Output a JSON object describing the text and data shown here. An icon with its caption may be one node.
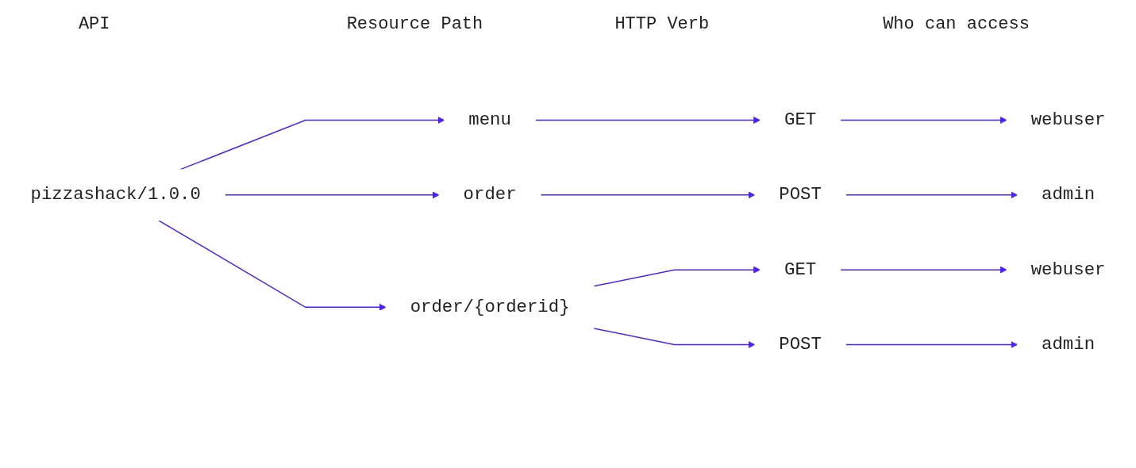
{
  "diagram": {
    "nodes": [
      {
        "text": [
          "pizzashack/1.0.0"
        ]
      },
      {
        "text": [
          "menu"
        ]
      },
      {
        "text": [
          "order"
        ]
      },
      {
        "text": [
          "order/{orderid}"
        ]
      },
      {
        "text": [
          "GET"
        ]
      },
      {
        "text": [
          "POST"
        ]
      },
      {
        "text": [
          "GET"
        ]
      },
      {
        "text": [
          "POST"
        ]
      },
      {
        "text": [
          "webuser"
        ]
      },
      {
        "text": [
          "admin"
        ]
      },
      {
        "text": [
          "webuser"
        ]
      },
      {
        "text": [
          "admin"
        ]
      }
    ],
    "edges": [
      {
        "from": 0,
        "to": 1,
        "arrow": "to"
      },
      {
        "from": 0,
        "to": 2,
        "arrow": "to"
      },
      {
        "from": 0,
        "to": 3,
        "arrow": "to"
      },
      {
        "from": 1,
        "to": 4,
        "arrow": "to"
      },
      {
        "from": 2,
        "to": 5,
        "arrow": "to"
      },
      {
        "from": 3,
        "to": 6,
        "arrow": "to"
      },
      {
        "from": 3,
        "to": 7,
        "arrow": "to"
      },
      {
        "from": 4,
        "to": 8,
        "arrow": "to"
      },
      {
        "from": 5,
        "to": 9,
        "arrow": "to"
      },
      {
        "from": 6,
        "to": 10,
        "arrow": "to"
      },
      {
        "from": 7,
        "to": 11,
        "arrow": "to"
      }
    ],
    "labels": [
      "API",
      "Resource Path",
      "HTTP Verb",
      "Who can access"
    ]
  }
}
